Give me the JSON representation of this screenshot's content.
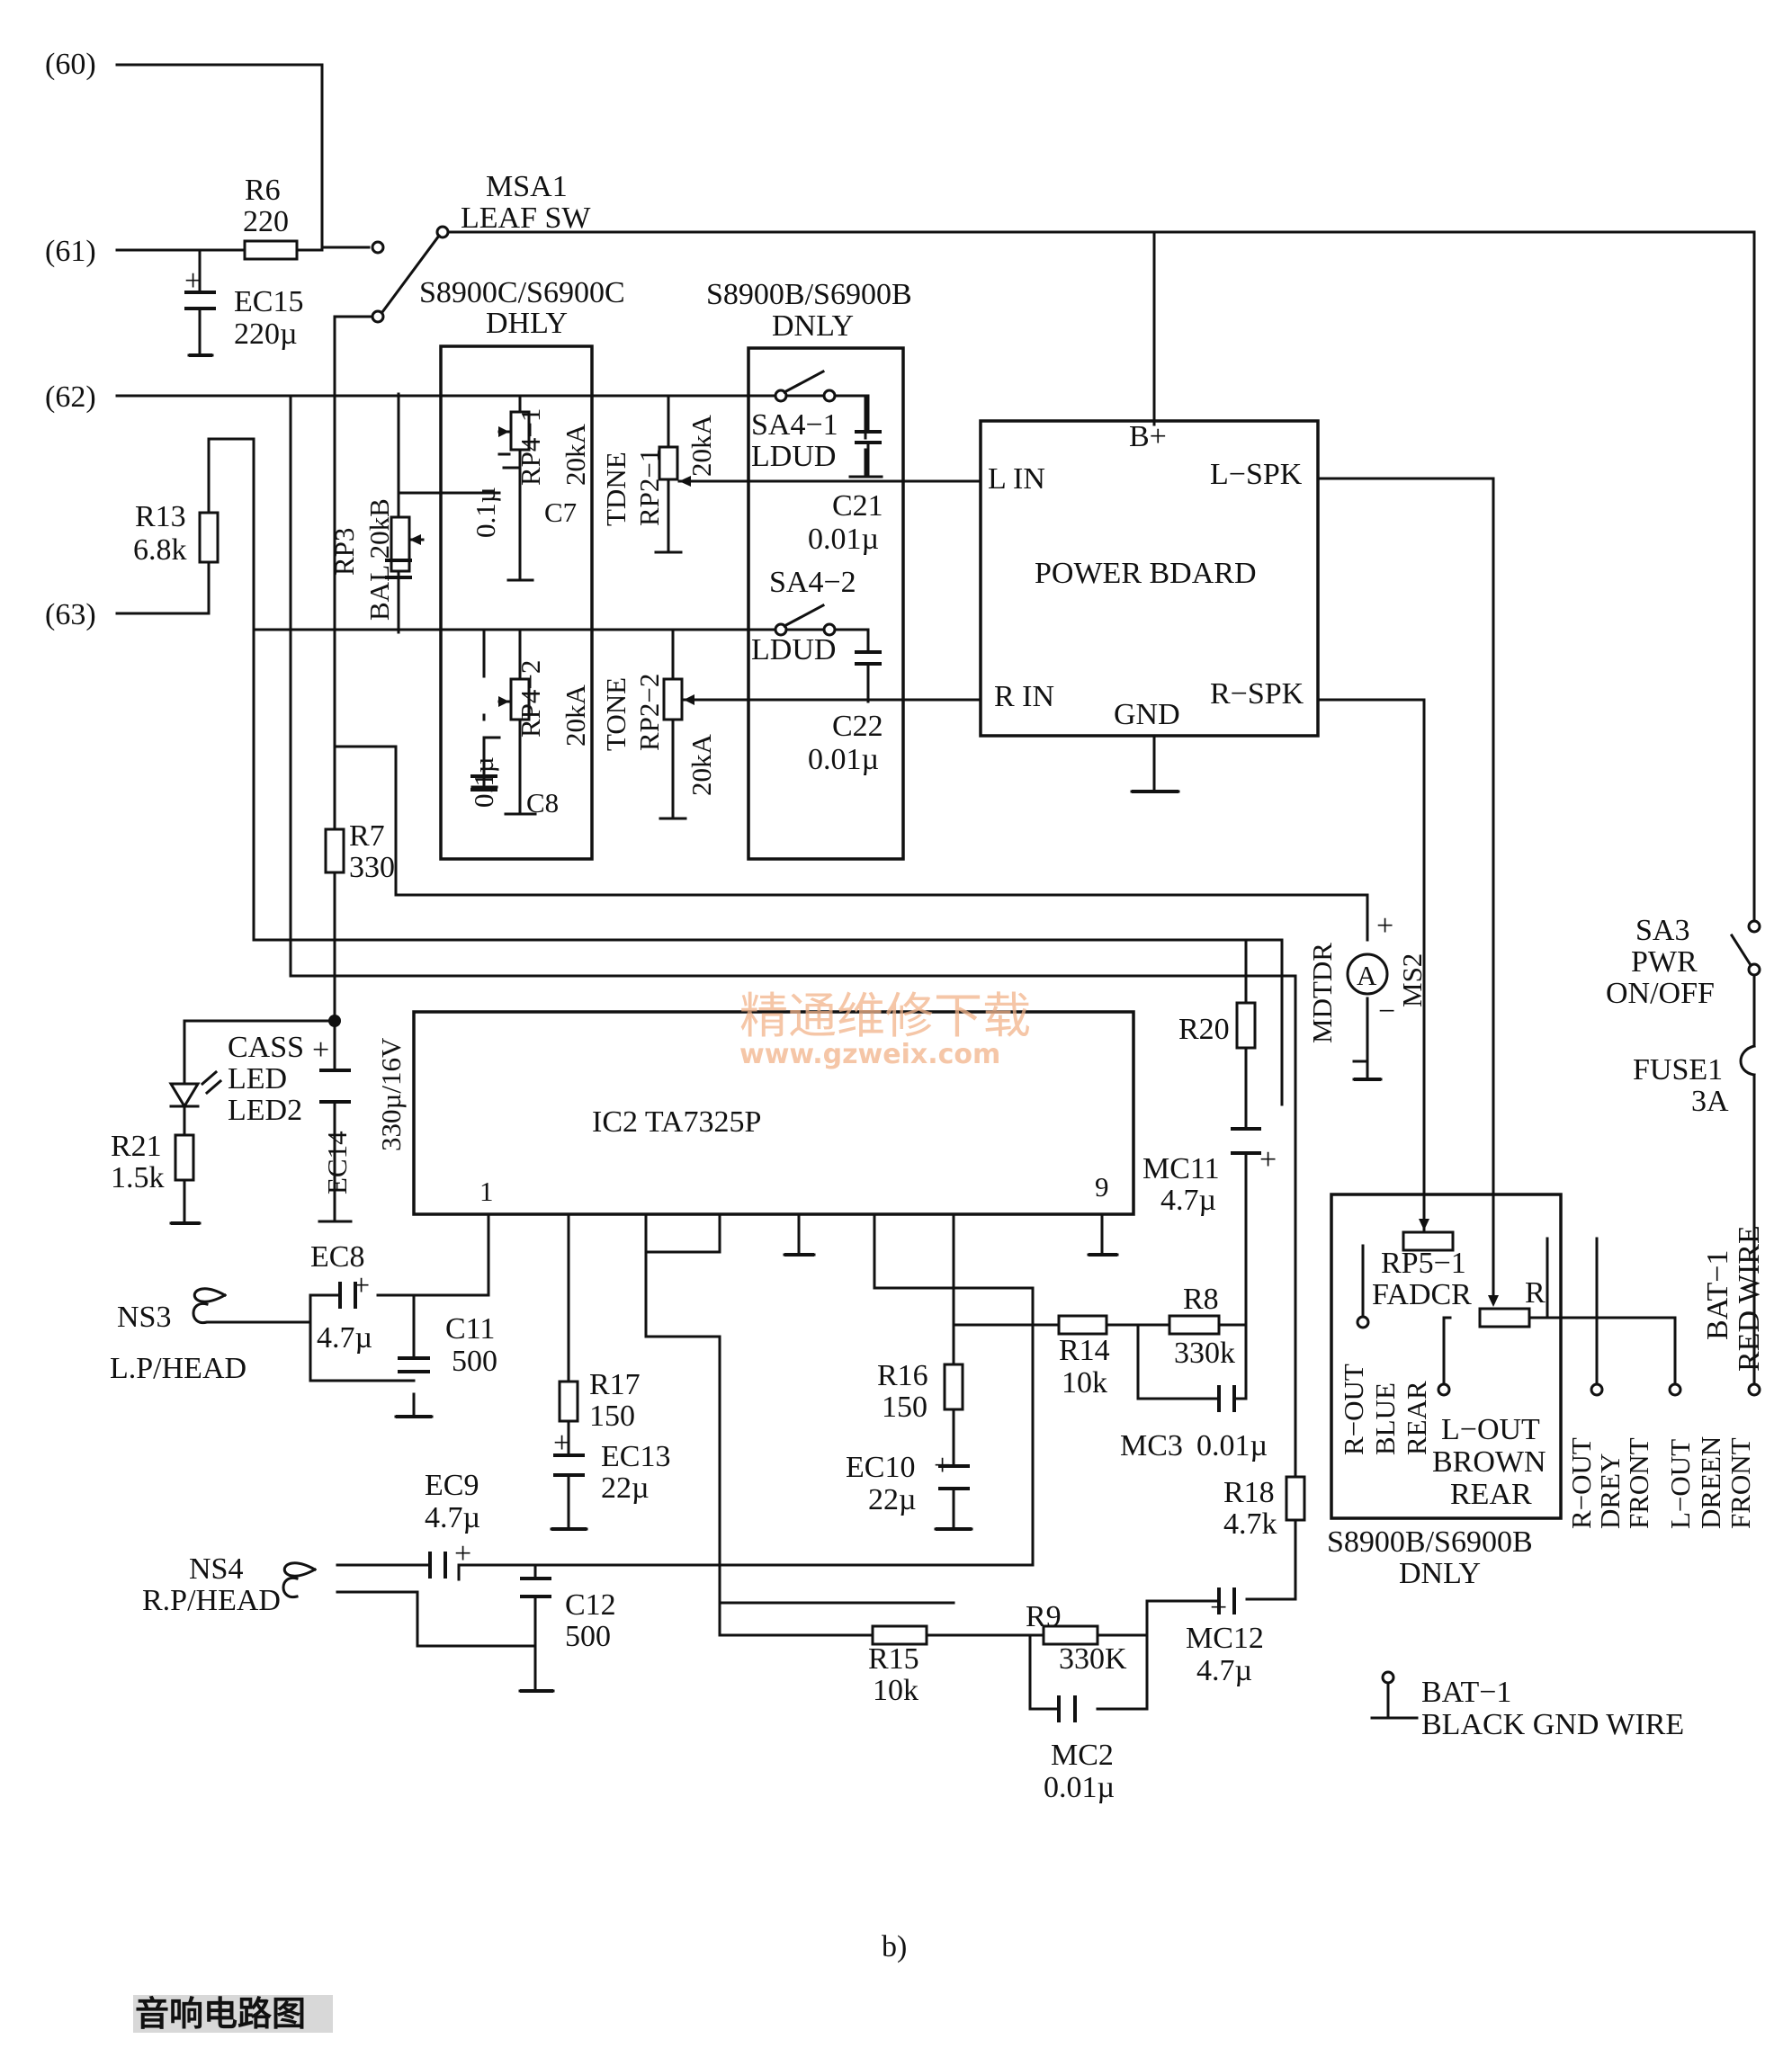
{
  "diagram": {
    "terminals": [
      "(60)",
      "(61)",
      "(62)",
      "(63)"
    ],
    "components": {
      "r6": [
        "R6",
        "220"
      ],
      "ec15": [
        "EC15",
        "220µ"
      ],
      "msa1": [
        "MSA1",
        "LEAF SW"
      ],
      "dhly_box": [
        "S8900C/S6900C",
        "DHLY"
      ],
      "dnly_box": [
        "S8900B/S6900B",
        "DNLY"
      ],
      "rp4_1": [
        "RP4−1",
        "20kA"
      ],
      "c7": [
        "0.1µ",
        "C7"
      ],
      "rp3": [
        "RP3",
        "BAL 20kB"
      ],
      "rp4_2": [
        "RP4−2",
        "20kA"
      ],
      "c8": [
        "0.1µ",
        "C8"
      ],
      "rp2_1": [
        "TDNE",
        "RP2−1",
        "20kA"
      ],
      "rp2_2": [
        "TONE",
        "RP2−2",
        "20kA"
      ],
      "sa4_1": [
        "SA4−1",
        "LDUD"
      ],
      "c21": [
        "C21",
        "0.01µ"
      ],
      "sa4_2": [
        "SA4−2",
        "LDUD"
      ],
      "c22": [
        "C22",
        "0.01µ"
      ],
      "r13": [
        "R13",
        "6.8k"
      ],
      "r7": [
        "R7",
        "330"
      ],
      "led": [
        "CASS",
        "LED",
        "LED2"
      ],
      "ec14": [
        "EC14",
        "330µ/16V"
      ],
      "r21": [
        "R21",
        "1.5k"
      ],
      "r20": [
        "R20"
      ],
      "mc11": [
        "MC11",
        "4.7µ"
      ],
      "ms2": [
        "MDTDR",
        "MS2",
        "A"
      ],
      "ec8": [
        "EC8",
        "4.7µ"
      ],
      "c11": [
        "C11",
        "500"
      ],
      "ns3": [
        "NS3",
        "L.P/HEAD"
      ],
      "r17": [
        "R17",
        "150"
      ],
      "ec13": [
        "EC13",
        "22µ"
      ],
      "r16": [
        "R16",
        "150"
      ],
      "ec10": [
        "EC10",
        "22µ"
      ],
      "r14": [
        "R14",
        "10k"
      ],
      "r8": [
        "R8",
        "330k"
      ],
      "mc3": [
        "MC3",
        "0.01µ"
      ],
      "r18": [
        "R18",
        "4.7k"
      ],
      "ec9": [
        "EC9",
        "4.7µ"
      ],
      "ns4": [
        "NS4",
        "R.P/HEAD"
      ],
      "c12": [
        "C12",
        "500"
      ],
      "r15": [
        "R15",
        "10k"
      ],
      "r9": [
        "R9",
        "330K"
      ],
      "mc2": [
        "MC2",
        "0.01µ"
      ],
      "mc12": [
        "MC12",
        "4.7µ"
      ],
      "sa3": [
        "SA3",
        "PWR",
        "ON/OFF"
      ],
      "fuse1": [
        "FUSE1",
        "3A"
      ],
      "rp5_1": [
        "RP5−1",
        "FADCR",
        "R"
      ],
      "bat_red": [
        "BAT−1",
        "RED WIRE"
      ],
      "bat_black": [
        "BAT−1",
        "BLACK GND WIRE"
      ]
    },
    "ic2": {
      "name": "IC2 TA7325P",
      "pin_first": "1",
      "pin_last": "9"
    },
    "power_board": {
      "name": "POWER BDARD",
      "b_plus": "B+",
      "l_in": "L IN",
      "r_in": "R IN",
      "l_spk": "L−SPK",
      "r_spk": "R−SPK",
      "gnd": "GND"
    },
    "fader_box": {
      "label": [
        "S8900B/S6900B",
        "DNLY"
      ]
    },
    "outputs": {
      "r_out_rear": [
        "R−OUT",
        "BLUE",
        "REAR"
      ],
      "l_out_rear": [
        "L−OUT",
        "BROWN",
        "REAR"
      ],
      "r_out_front": [
        "R−OUT",
        "DREY",
        "FRONT"
      ],
      "l_out_front": [
        "L−OUT",
        "DREEN",
        "FRONT"
      ]
    },
    "sub_label": "b)",
    "caption": "音响电路图",
    "watermark": [
      "精通维修下载",
      "www.gzweix.com"
    ]
  }
}
